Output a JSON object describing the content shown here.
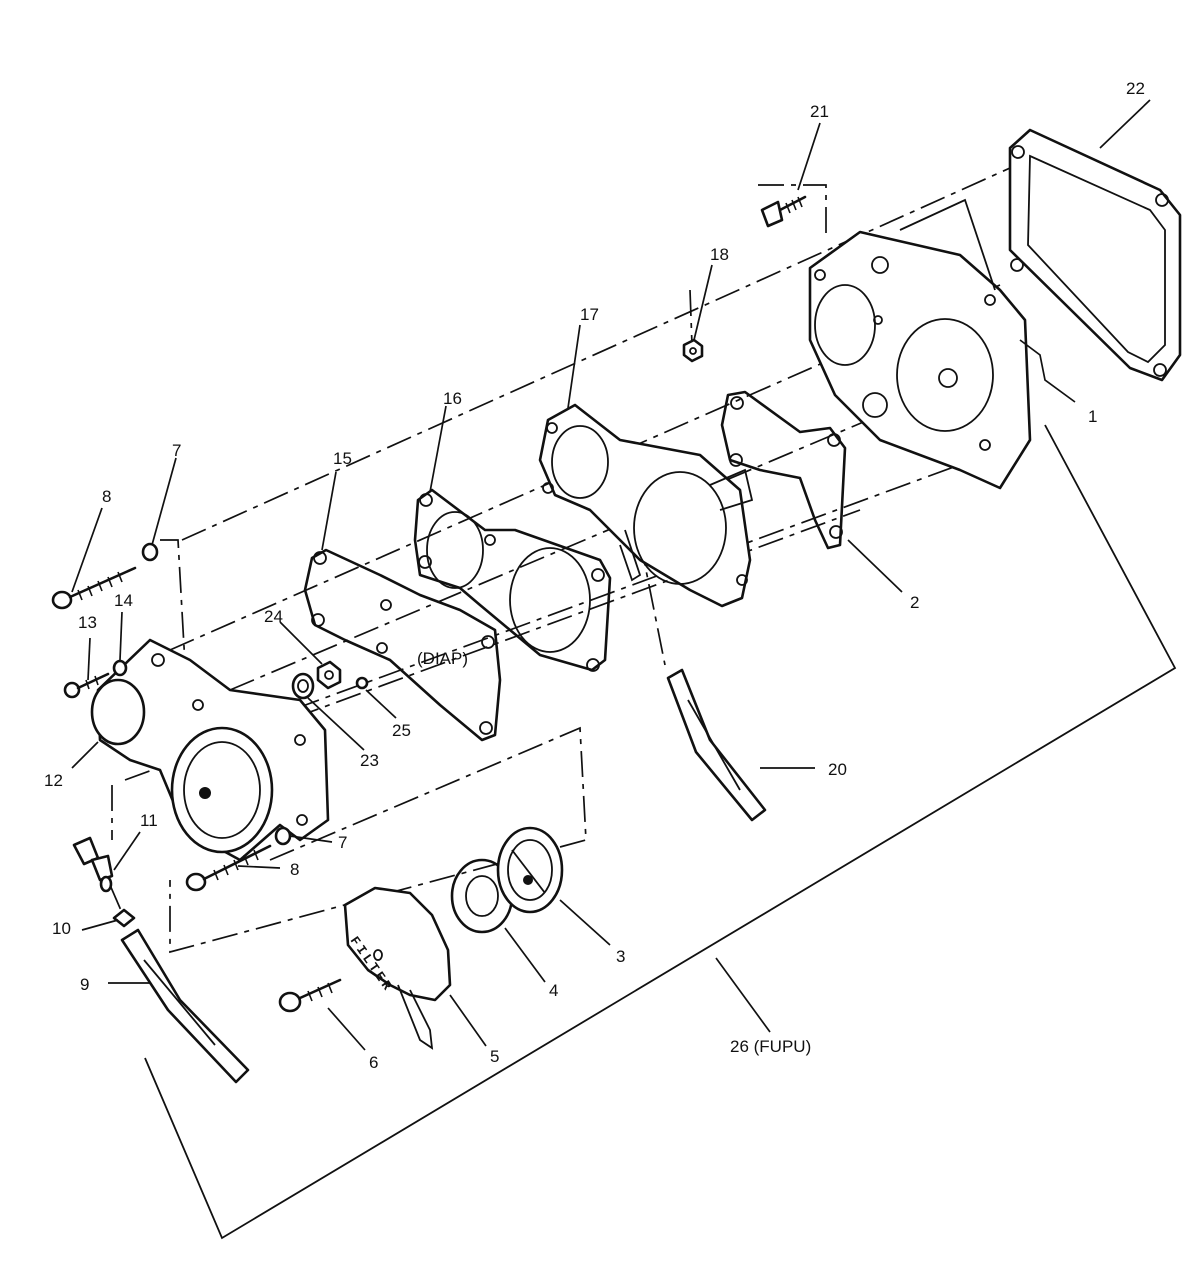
{
  "callouts": {
    "c1": "1",
    "c2": "2",
    "c3": "3",
    "c4": "4",
    "c5": "5",
    "c6": "6",
    "c7a": "7",
    "c7b": "7",
    "c8a": "8",
    "c8b": "8",
    "c9": "9",
    "c10": "10",
    "c11": "11",
    "c12": "12",
    "c13": "13",
    "c14": "14",
    "c15": "15",
    "c16": "16",
    "c17": "17",
    "c18": "18",
    "c20": "20",
    "c21": "21",
    "c22": "22",
    "c23": "23",
    "c24": "24",
    "c25": "25",
    "c26": "26 (FUPU)"
  },
  "inner_labels": {
    "diaphragm": "(DIAP)",
    "filter": "FILTER"
  }
}
